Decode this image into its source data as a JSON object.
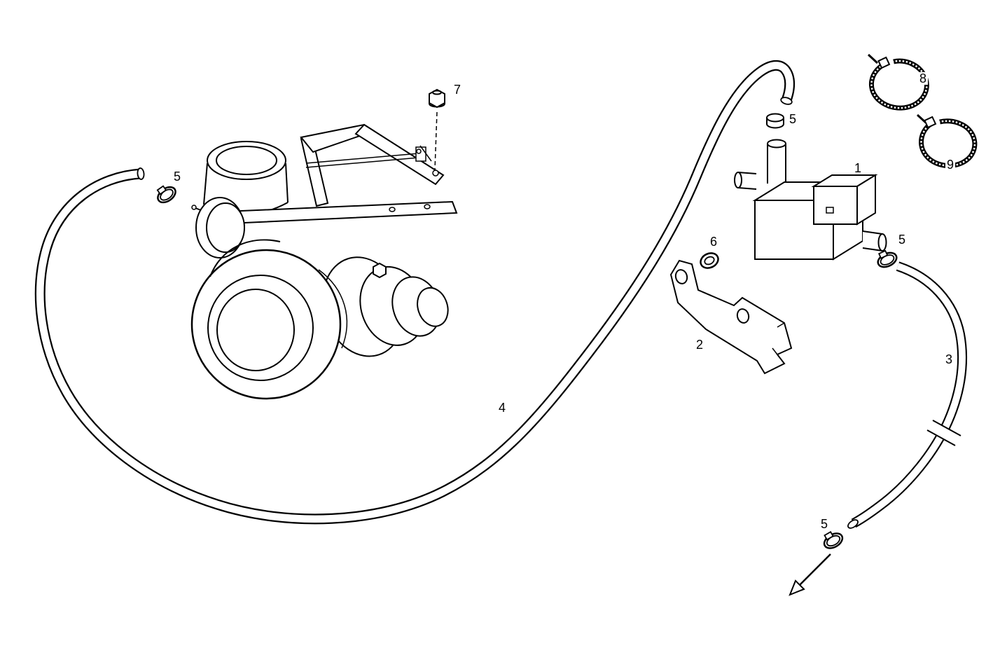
{
  "figure": {
    "background_color": "#ffffff",
    "line_color": "#000000"
  },
  "callouts": [
    {
      "label": "7"
    },
    {
      "label": "5"
    },
    {
      "label": "5"
    },
    {
      "label": "8"
    },
    {
      "label": "9"
    },
    {
      "label": "1"
    },
    {
      "label": "6"
    },
    {
      "label": "5"
    },
    {
      "label": "2"
    },
    {
      "label": "3"
    },
    {
      "label": "4"
    },
    {
      "label": "5"
    }
  ]
}
